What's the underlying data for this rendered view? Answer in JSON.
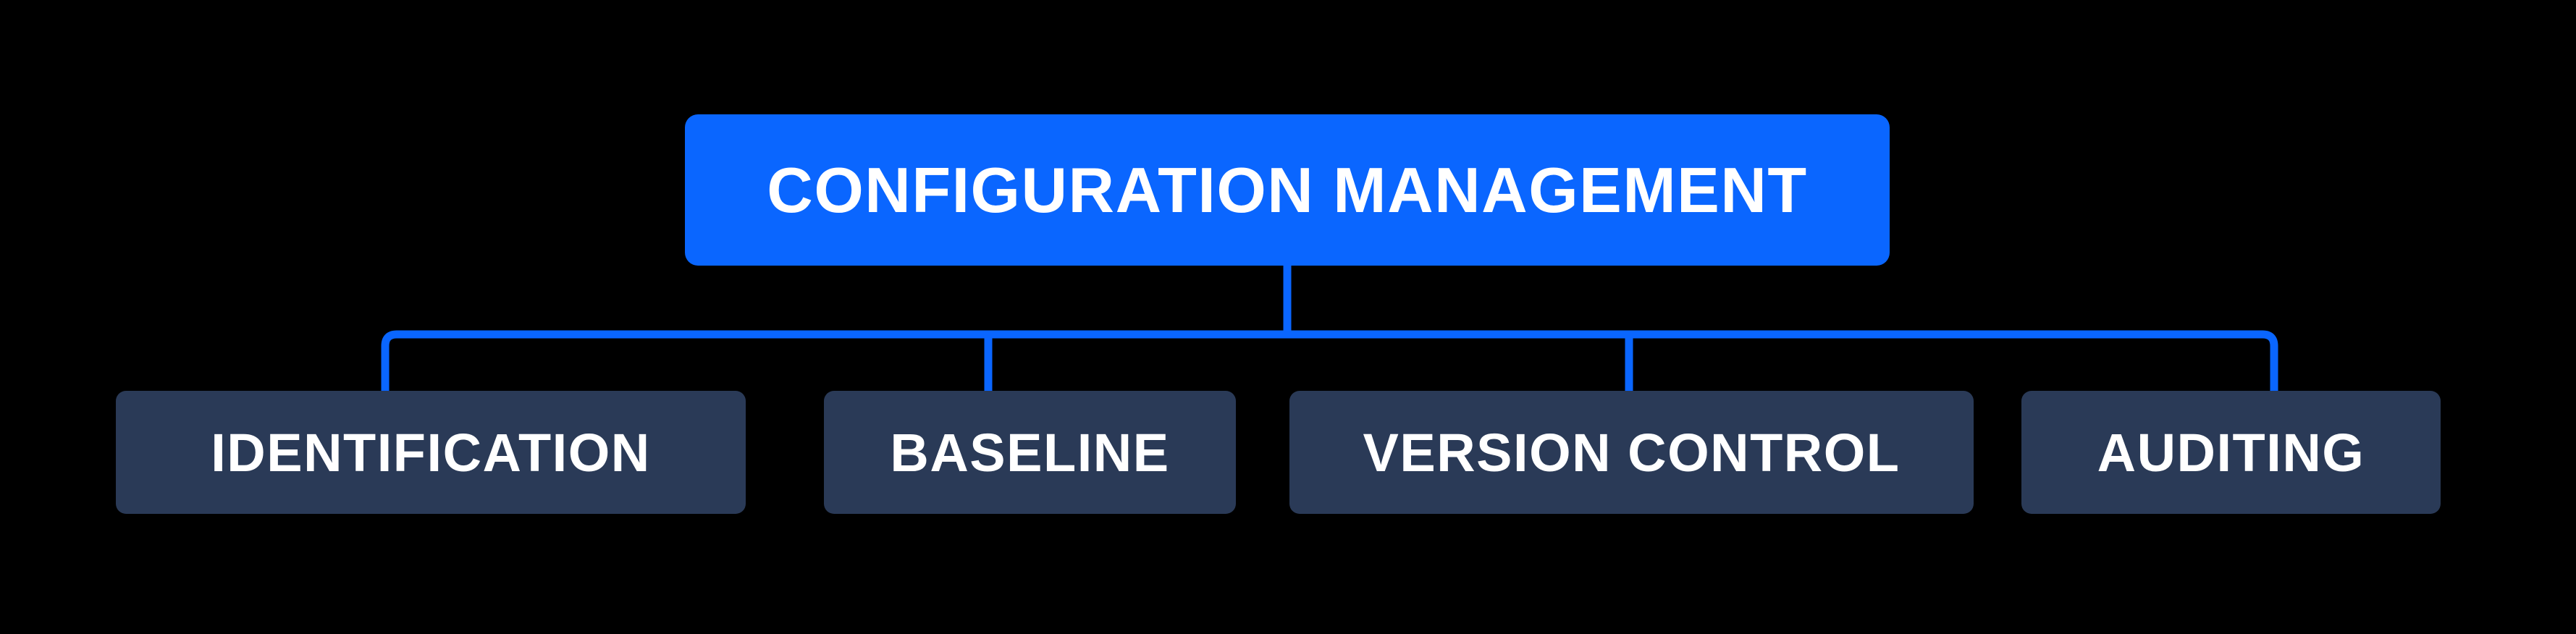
{
  "diagram": {
    "root": {
      "label": "CONFIGURATION MANAGEMENT"
    },
    "children": [
      {
        "id": "identification",
        "label": "IDENTIFICATION"
      },
      {
        "id": "baseline",
        "label": "BASELINE"
      },
      {
        "id": "version-control",
        "label": "VERSION CONTROL"
      },
      {
        "id": "auditing",
        "label": "AUDITING"
      }
    ]
  },
  "colors": {
    "background": "#000000",
    "accent_blue": "#0a66ff",
    "node_navy": "#2a3a57",
    "text_white": "#ffffff"
  }
}
